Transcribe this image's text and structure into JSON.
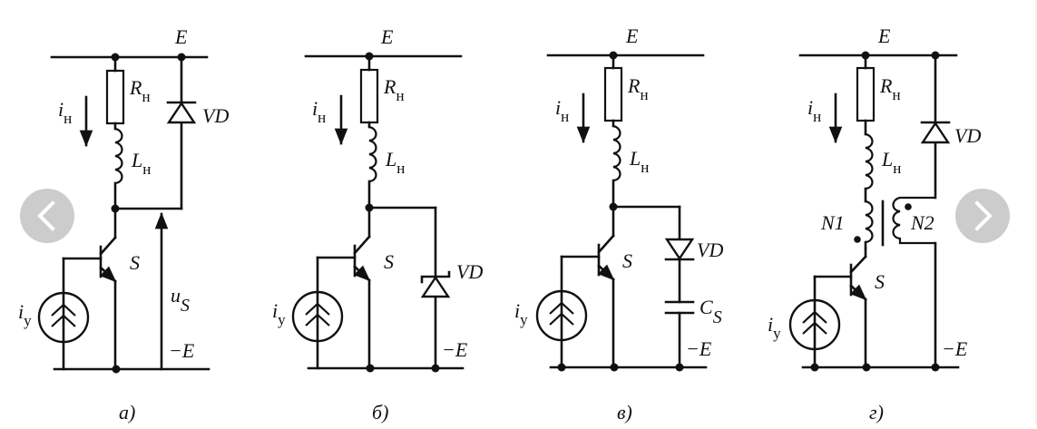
{
  "figure": {
    "panels": [
      {
        "id": "a",
        "caption": "а)",
        "supply_label": "E",
        "neg_supply_label": "−E",
        "load_resistor": {
          "base": "R",
          "sub": "н"
        },
        "load_inductor": {
          "base": "L",
          "sub": "н"
        },
        "load_current": {
          "base": "i",
          "sub": "н"
        },
        "control_current": {
          "base": "i",
          "sub": "у"
        },
        "switch_label": "S",
        "diode_label": "VD",
        "voltage_label": {
          "base": "u",
          "sub": "S"
        }
      },
      {
        "id": "b",
        "caption": "б)",
        "supply_label": "E",
        "neg_supply_label": "−E",
        "load_resistor": {
          "base": "R",
          "sub": "н"
        },
        "load_inductor": {
          "base": "L",
          "sub": "н"
        },
        "load_current": {
          "base": "i",
          "sub": "н"
        },
        "control_current": {
          "base": "i",
          "sub": "у"
        },
        "switch_label": "S",
        "diode_label": "VD"
      },
      {
        "id": "v",
        "caption": "в)",
        "supply_label": "E",
        "neg_supply_label": "−E",
        "load_resistor": {
          "base": "R",
          "sub": "н"
        },
        "load_inductor": {
          "base": "L",
          "sub": "н"
        },
        "load_current": {
          "base": "i",
          "sub": "н"
        },
        "control_current": {
          "base": "i",
          "sub": "у"
        },
        "switch_label": "S",
        "diode_label": "VD",
        "capacitor_label": {
          "base": "C",
          "sub": "S"
        }
      },
      {
        "id": "g",
        "caption": "г)",
        "supply_label": "E",
        "neg_supply_label": "−E",
        "load_resistor": {
          "base": "R",
          "sub": "н"
        },
        "load_inductor": {
          "base": "L",
          "sub": "н"
        },
        "load_current": {
          "base": "i",
          "sub": "н"
        },
        "control_current": {
          "base": "i",
          "sub": "у"
        },
        "switch_label": "S",
        "diode_label": "VD",
        "winding1_label": "N1",
        "winding2_label": "N2"
      }
    ]
  },
  "navigation": {
    "prev_icon": "chevron-left-icon",
    "next_icon": "chevron-right-icon",
    "button_color": "#c8c8c8",
    "icon_color": "#ffffff"
  }
}
